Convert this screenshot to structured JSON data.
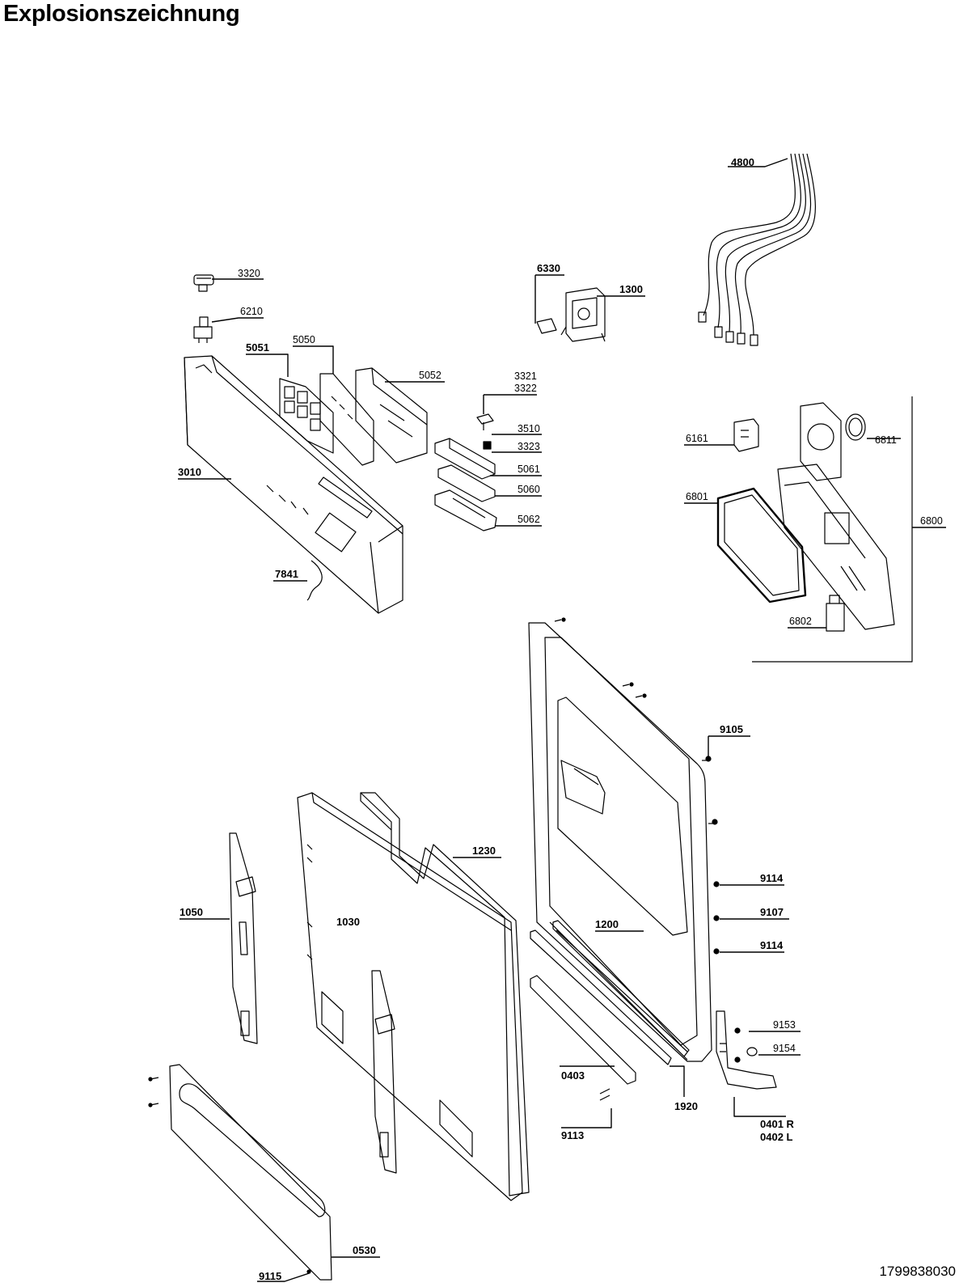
{
  "title": "Explosionszeichnung",
  "document_number": "1799838030",
  "part_labels": [
    {
      "id": "4800",
      "bold": true
    },
    {
      "id": "3320",
      "bold": false
    },
    {
      "id": "6210",
      "bold": false
    },
    {
      "id": "6330",
      "bold": true
    },
    {
      "id": "1300",
      "bold": true
    },
    {
      "id": "5051",
      "bold": true
    },
    {
      "id": "5050",
      "bold": false
    },
    {
      "id": "5052",
      "bold": false
    },
    {
      "id": "3321",
      "bold": false
    },
    {
      "id": "3322",
      "bold": false
    },
    {
      "id": "3510",
      "bold": false
    },
    {
      "id": "3323",
      "bold": false
    },
    {
      "id": "5061",
      "bold": false
    },
    {
      "id": "5060",
      "bold": false
    },
    {
      "id": "5062",
      "bold": false
    },
    {
      "id": "3010",
      "bold": true
    },
    {
      "id": "7841",
      "bold": true
    },
    {
      "id": "6161",
      "bold": false
    },
    {
      "id": "6811",
      "bold": false
    },
    {
      "id": "6801",
      "bold": false
    },
    {
      "id": "6800",
      "bold": false
    },
    {
      "id": "6802",
      "bold": false
    },
    {
      "id": "9105",
      "bold": true
    },
    {
      "id": "1230",
      "bold": true
    },
    {
      "id": "1050",
      "bold": true
    },
    {
      "id": "1030",
      "bold": true
    },
    {
      "id": "1200",
      "bold": true
    },
    {
      "id": "9114",
      "bold": true
    },
    {
      "id": "9107",
      "bold": true
    },
    {
      "id": "9114",
      "bold": true
    },
    {
      "id": "9153",
      "bold": false
    },
    {
      "id": "9154",
      "bold": false
    },
    {
      "id": "0403",
      "bold": true
    },
    {
      "id": "1920",
      "bold": true
    },
    {
      "id": "9113",
      "bold": true
    },
    {
      "id": "0401 R",
      "bold": true
    },
    {
      "id": "0402 L",
      "bold": true
    },
    {
      "id": "0530",
      "bold": true
    },
    {
      "id": "9115",
      "bold": true
    }
  ],
  "colors": {
    "line": "#000000",
    "background": "#ffffff",
    "shade": "#e8e8e8"
  }
}
